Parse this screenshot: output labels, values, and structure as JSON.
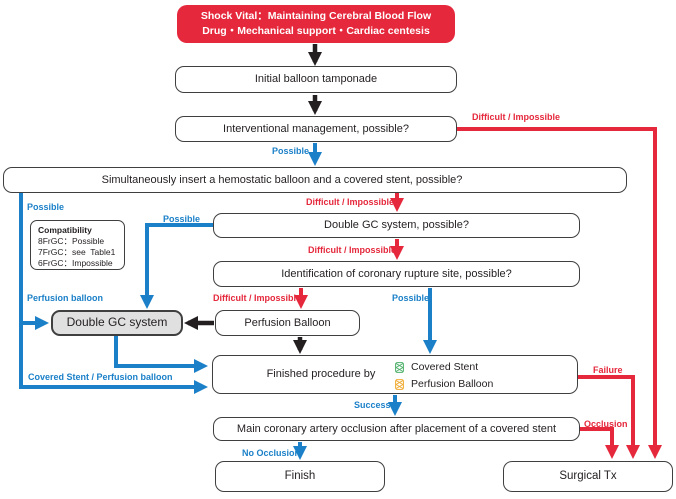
{
  "colors": {
    "red": "#e5283c",
    "blue": "#1b80c8",
    "black": "#231f20",
    "gray_fill": "#e0e0e0",
    "box_border": "#3f3f40"
  },
  "flowchart": {
    "shock_box": {
      "line1": "Shock Vital：Maintaining Cerebral Blood Flow",
      "line2": "Drug・Mechanical support・Cardiac centesis"
    },
    "initial_box": {
      "label": "Initial balloon tamponade"
    },
    "interventional_box": {
      "label": "Interventional management, possible?"
    },
    "simultaneous_box": {
      "label": "Simultaneously insert a hemostatic balloon and a covered stent, possible?"
    },
    "compatibility_note": {
      "title": "Compatibility",
      "rows": [
        "8FrGC：Possible",
        "7FrGC：see  Table1",
        "6FrGC：Impossible"
      ]
    },
    "double_gc_question_box": {
      "label": "Double GC system, possible?"
    },
    "identification_box": {
      "label": "Identification of coronary rupture site, possible?"
    },
    "double_gc_box": {
      "label": "Double GC system"
    },
    "perfusion_box": {
      "label": "Perfusion Balloon"
    },
    "finished_box": {
      "label": "Finished procedure by",
      "options": [
        {
          "label": "Covered Stent",
          "color": "#4caf68"
        },
        {
          "label": "Perfusion Balloon",
          "color": "#f0aa30"
        }
      ]
    },
    "occlusion_box": {
      "label": "Main coronary artery occlusion after placement of a covered stent"
    },
    "finish_box": {
      "label": "Finish"
    },
    "surgical_box": {
      "label": "Surgical Tx"
    }
  },
  "edge_labels": {
    "interventional_possible": "Possible",
    "interventional_difficult": "Difficult / Impossible",
    "simultaneous_possible": "Possible",
    "simultaneous_difficult": "Difficult / Impossible",
    "double_gc_possible": "Possible",
    "double_gc_difficult": "Difficult / Impossible",
    "identification_difficult": "Difficult / Impossible",
    "identification_possible": "Possible",
    "perfusion_balloon_branch": "Perfusion balloon",
    "covered_stent_branch": "Covered Stent / Perfusion balloon",
    "success": "Success",
    "no_occlusion": "No Occlusion",
    "failure": "Failure",
    "occlusion": "Occlusion"
  }
}
